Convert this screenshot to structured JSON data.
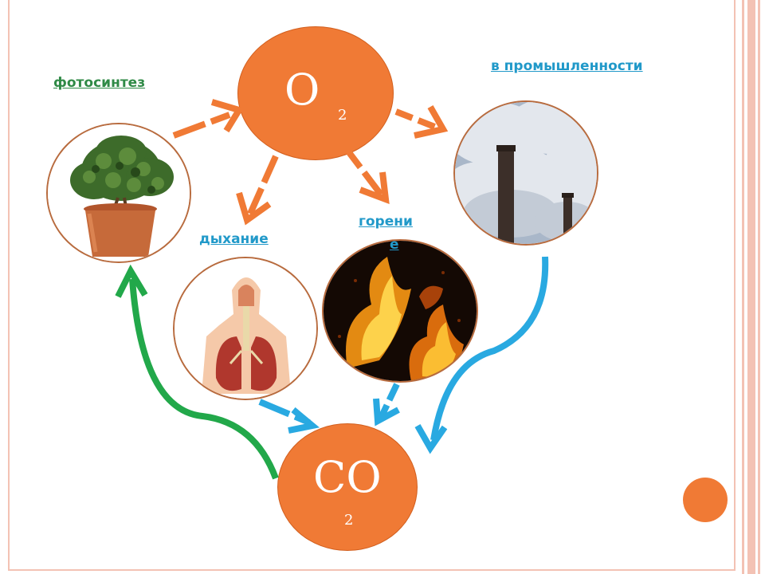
{
  "diagram": {
    "o2": {
      "main": "O",
      "sub": "2"
    },
    "co2": {
      "main": "CO",
      "sub": "2"
    },
    "labels": {
      "photosynthesis": "фотосинтез",
      "industry": "в промышленности",
      "breathing": "дыхание",
      "burning_part1": "горени",
      "burning_part2": "е"
    }
  },
  "colors": {
    "accent": "#f07a35",
    "green_arrow": "#22a84a",
    "blue_arrow": "#29a9e1",
    "frame": "#f3c2b4"
  },
  "icons": [
    "plant-icon",
    "factory-chimney-icon",
    "lungs-icon",
    "fire-icon"
  ]
}
